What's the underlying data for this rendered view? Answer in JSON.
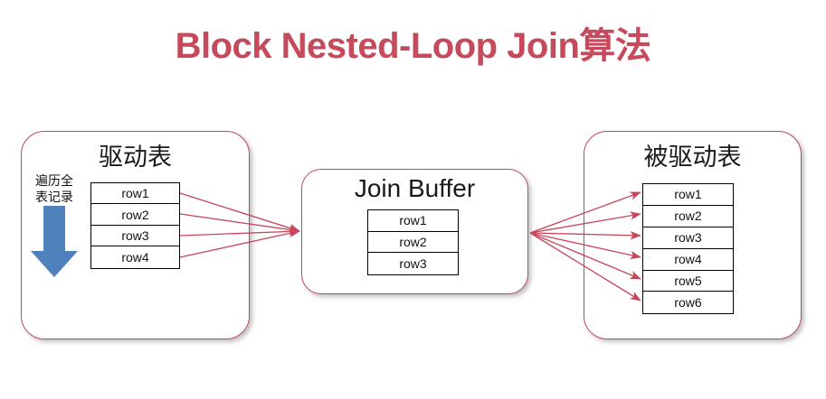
{
  "page": {
    "title": "Block Nested-Loop Join算法",
    "title_color": "#C74A5C",
    "background": "#ffffff"
  },
  "colors": {
    "title_red": "#C74A5C",
    "box_border_red": "#C0485C",
    "arrow_red": "#C8465A",
    "blue_arrow": "#4F81BD",
    "table_border": "#000000"
  },
  "diagram": {
    "driving_table": {
      "heading": "驱动表",
      "side_label": "遍历全表记录",
      "side_label_lines": [
        "遍历全",
        "表记录"
      ],
      "arrow_direction": "down",
      "rows": [
        "row1",
        "row2",
        "row3",
        "row4"
      ]
    },
    "join_buffer": {
      "heading": "Join Buffer",
      "rows": [
        "row1",
        "row2",
        "row3"
      ]
    },
    "driven_table": {
      "heading": "被驱动表",
      "rows": [
        "row1",
        "row2",
        "row3",
        "row4",
        "row5",
        "row6"
      ]
    },
    "connections": {
      "left_to_buffer_count": 4,
      "buffer_to_right_count": 6,
      "left_description": "驱动表各行汇聚进入 Join Buffer",
      "right_description": "Join Buffer 向被驱动表各行发散匹配"
    }
  }
}
